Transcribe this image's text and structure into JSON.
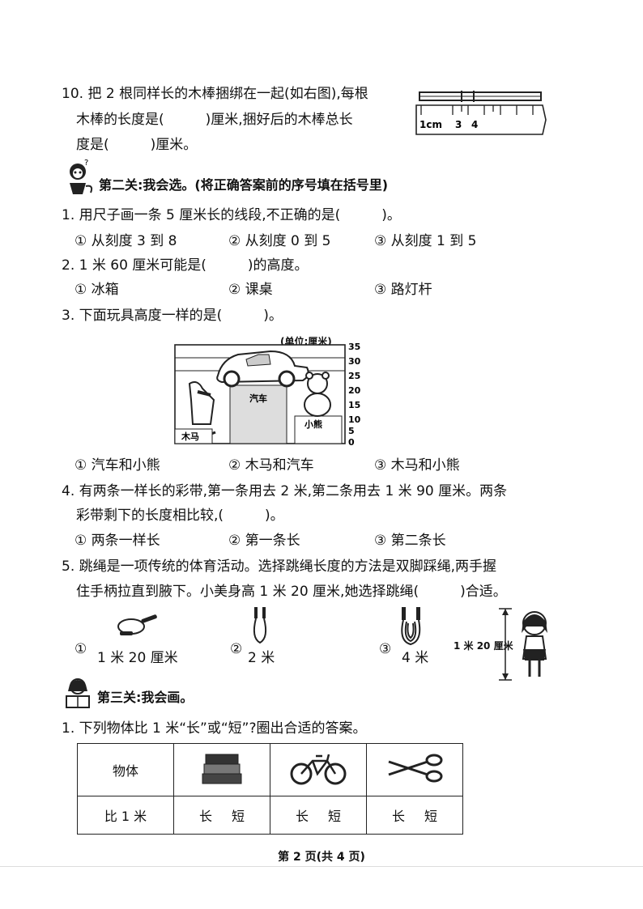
{
  "q10": {
    "line1": "10. 把 2 根同样长的木棒捆绑在一起(如右图),每根",
    "line2": "木棒的长度是(　　　)厘米,捆好后的木棒总长",
    "line3": "度是(　　　)厘米。",
    "ruler_labels": [
      "1cm",
      "3",
      "4"
    ]
  },
  "section2": {
    "title": "第二关:我会选。(将正确答案前的序号填在括号里)"
  },
  "q1": {
    "stem": "1. 用尺子画一条 5 厘米长的线段,不正确的是(　　　)。",
    "options": [
      "① 从刻度 3 到 8",
      "② 从刻度 0 到 5",
      "③ 从刻度 1 到 5"
    ]
  },
  "q2": {
    "stem": "2. 1 米 60 厘米可能是(　　　)的高度。",
    "options": [
      "① 冰箱",
      "② 课桌",
      "③ 路灯杆"
    ]
  },
  "q3": {
    "stem": "3. 下面玩具高度一样的是(　　　)。",
    "unit": "(单位:厘米)",
    "scale": [
      "35",
      "30",
      "25",
      "20",
      "15",
      "10",
      "5",
      "0"
    ],
    "labels": {
      "horse": "木马",
      "car": "汽车",
      "bear": "小熊"
    },
    "options": [
      "① 汽车和小熊",
      "② 木马和汽车",
      "③ 木马和小熊"
    ]
  },
  "q4": {
    "line1": "4. 有两条一样长的彩带,第一条用去 2 米,第二条用去 1 米 90 厘米。两条",
    "line2": "彩带剩下的长度相比较,(　　　)。",
    "options": [
      "① 两条一样长",
      "② 第一条长",
      "③ 第二条长"
    ]
  },
  "q5": {
    "line1": "5. 跳绳是一项传统的体育活动。选择跳绳长度的方法是双脚踩绳,两手握",
    "line2": "住手柄拉直到腋下。小美身高 1 米 20 厘米,她选择跳绳(　　　)合适。",
    "marks": [
      "①",
      "②",
      "③"
    ],
    "lengths": [
      "1 米 20 厘米",
      "2 米",
      "4 米"
    ],
    "height_label": "1 米 20 厘米"
  },
  "section3": {
    "title": "第三关:我会画。"
  },
  "draw_q1": {
    "stem": "1. 下列物体比 1 米“长”或“短”?圈出合适的答案。",
    "header": "物体",
    "row_label": "比 1 米",
    "long": "长",
    "short": "短"
  },
  "footer": "第 2 页(共 4 页)"
}
